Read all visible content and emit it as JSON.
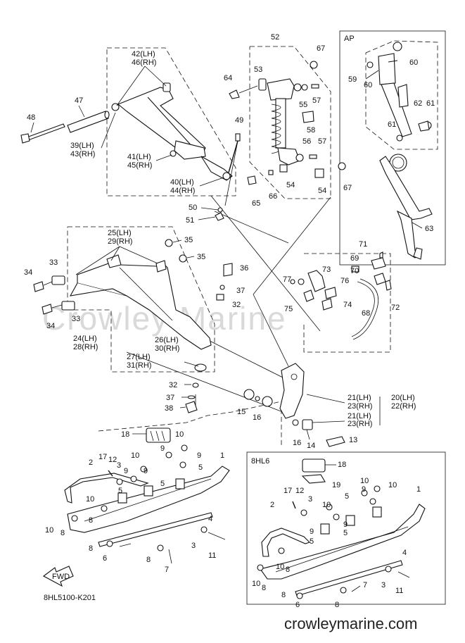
{
  "diagram_code": "8HL5100-K201",
  "watermark": "Crowley Marine",
  "website": "crowleymarine.com",
  "fwd_label": "FWD",
  "boxes": {
    "ap": "AP",
    "variant": "8HL6"
  },
  "callouts": {
    "c52": "52",
    "c67a": "67",
    "c53": "53",
    "c64": "64",
    "c55": "55",
    "c57a": "57",
    "c58": "58",
    "c56": "56",
    "c57b": "57",
    "c49": "49",
    "c54a": "54",
    "c54b": "54",
    "c67b": "67",
    "c65": "65",
    "c66": "66",
    "c50": "50",
    "c51": "51",
    "c42": "42(LH)",
    "c46": "46(RH)",
    "c47": "47",
    "c48": "48",
    "c39": "39(LH)",
    "c43": "43(RH)",
    "c41": "41(LH)",
    "c45": "45(RH)",
    "c40": "40(LH)",
    "c44": "44(RH)",
    "c59": "59",
    "c60a": "60",
    "c60b": "60",
    "c62": "62",
    "c61a": "61",
    "c61b": "61",
    "c63": "63",
    "c25": "25(LH)",
    "c29": "29(RH)",
    "c35a": "35",
    "c35b": "35",
    "c36": "36",
    "c37a": "37",
    "c32a": "32",
    "c34a": "34",
    "c33a": "33",
    "c34b": "34",
    "c33b": "33",
    "c24": "24(LH)",
    "c28": "28(RH)",
    "c26": "26(LH)",
    "c30": "30(RH)",
    "c27": "27(LH)",
    "c31": "31(RH)",
    "c32b": "32",
    "c37b": "37",
    "c38": "38",
    "c71": "71",
    "c69": "69",
    "c70": "70",
    "c72": "72",
    "c68": "68",
    "c77": "77",
    "c73": "73",
    "c76": "76",
    "c75": "75",
    "c74": "74",
    "c21a": "21(LH)",
    "c23a": "23(RH)",
    "c20": "20(LH)",
    "c22": "22(RH)",
    "c21b": "21(LH)",
    "c23b": "23(RH)",
    "c15": "15",
    "c16a": "16",
    "c16b": "16",
    "c14": "14",
    "c13": "13",
    "c18a": "18",
    "c10a": "10",
    "c9a": "9",
    "c9b": "9",
    "c5a": "5",
    "c1a": "1",
    "c17a": "17",
    "c12a": "12",
    "c2a": "2",
    "c3a": "3",
    "c10b": "10",
    "c9c": "9",
    "c5b": "5",
    "c9d": "9",
    "c5c": "5",
    "c10c": "10",
    "c8a": "8",
    "c10d": "10",
    "c8b": "8",
    "c4a": "4",
    "c3b": "3",
    "c11a": "11",
    "c8c": "8",
    "c6a": "6",
    "c8d": "8",
    "c7a": "7",
    "c18b": "18",
    "c19": "19",
    "c10e": "10",
    "c9e": "9",
    "c10f": "10",
    "c5d": "5",
    "c1b": "1",
    "c17b": "17",
    "c12b": "12",
    "c2b": "2",
    "c3c": "3",
    "c10g": "10",
    "c9f": "9",
    "c5e": "5",
    "c9g": "9",
    "c5f": "5",
    "c10h": "10",
    "c8e": "8",
    "c10i": "10",
    "c8f": "8",
    "c4b": "4",
    "c3d": "3",
    "c11b": "11",
    "c7b": "7",
    "c8g": "8",
    "c6b": "6",
    "c8h": "8"
  }
}
